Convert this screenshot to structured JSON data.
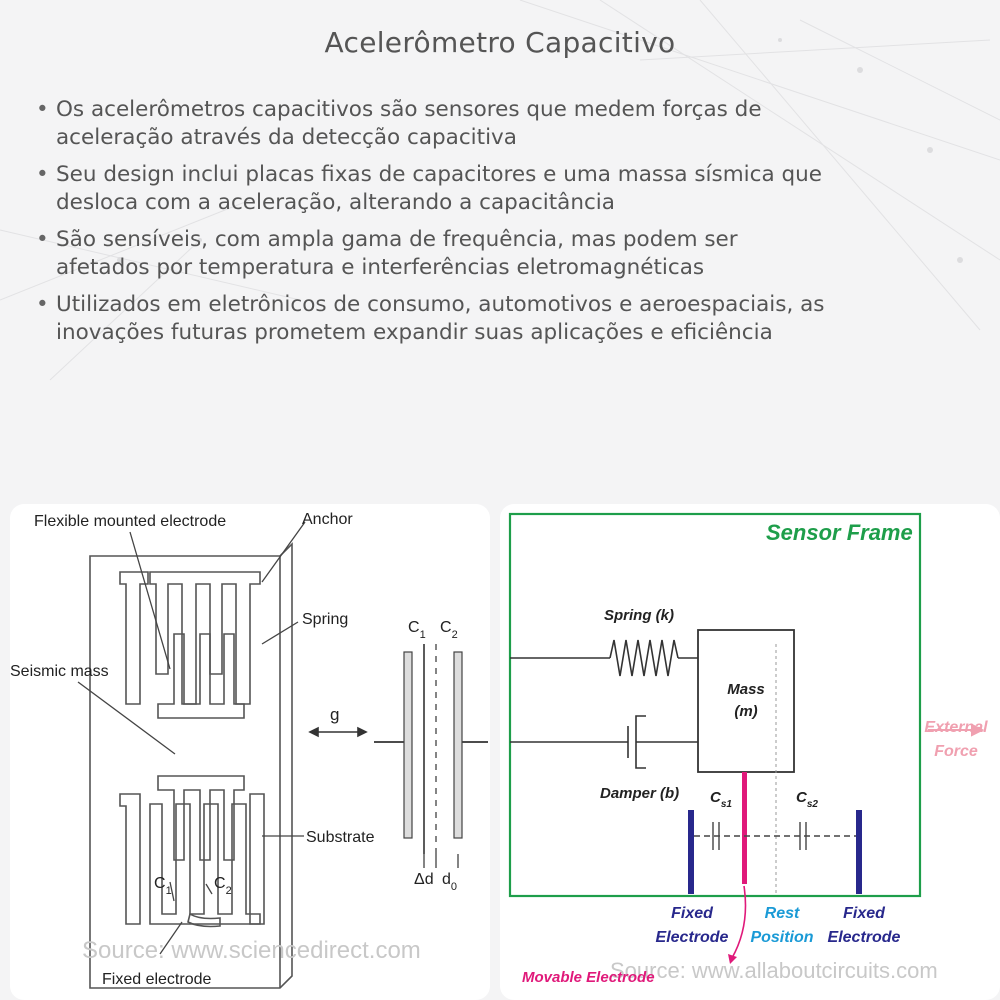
{
  "page": {
    "title": "Acelerômetro Capacitivo",
    "bullets": [
      [
        "Os acelerômetros capacitivos são sensores que medem forças de",
        "aceleração através da detecção capacitiva"
      ],
      [
        "Seu design inclui placas fixas de capacitores e uma massa sísmica que",
        "desloca com a aceleração, alterando a capacitância"
      ],
      [
        "São sensíveis, com ampla gama de frequência, mas podem ser",
        "afetados por temperatura e interferências eletromagnéticas"
      ],
      [
        "Utilizados em eletrônicos de consumo, automotivos e aeroespaciais, as",
        "inovações futuras prometem expandir suas aplicações e eficiência"
      ]
    ]
  },
  "left_diagram": {
    "labels": {
      "flexible_electrode": "Flexible mounted electrode",
      "anchor": "Anchor",
      "spring": "Spring",
      "seismic_mass": "Seismic mass",
      "substrate": "Substrate",
      "fixed_electrode": "Fixed electrode",
      "g": "g",
      "c": "C",
      "sub1": "1",
      "sub2": "2",
      "delta_d": "Δd",
      "d": "d",
      "sub0": "0"
    },
    "source": "Source: www.sciencedirect.com"
  },
  "right_diagram": {
    "labels": {
      "sensor_frame": "Sensor Frame",
      "spring": "Spring (k)",
      "mass": "Mass",
      "mass_symbol": "(m)",
      "damper": "Damper (b)",
      "cs": "C",
      "sub_s1": "s1",
      "sub_s2": "s2",
      "external": "External",
      "force": "Force",
      "fixed": "Fixed",
      "electrode": "Electrode",
      "rest": "Rest",
      "position": "Position",
      "movable_electrode": "Movable Electrode"
    },
    "source": "Source: www.allaboutcircuits.com"
  },
  "colors": {
    "frame_green": "#1e9e4a",
    "fixed_electrode_blue": "#28288c",
    "movable_magenta": "#e0197a",
    "rest_cyan": "#1a9ad6",
    "external_pink": "#f0a0b0"
  }
}
